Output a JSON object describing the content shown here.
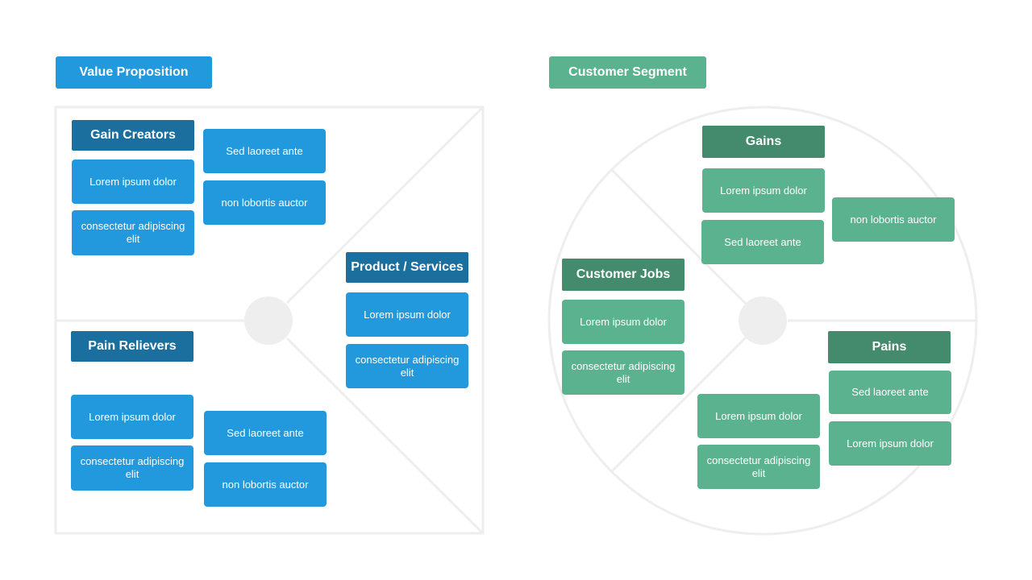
{
  "colors": {
    "vp_accent": "#2199dc",
    "vp_heading": "#1b6f9f",
    "cs_accent": "#5bb28e",
    "cs_heading": "#448a6c",
    "outline": "#eeeeee"
  },
  "value_proposition": {
    "title": "Value Proposition",
    "gain_creators": {
      "heading": "Gain Creators",
      "items": [
        "Lorem ipsum dolor",
        "consectetur adipiscing elit",
        "Sed laoreet ante",
        "non lobortis auctor"
      ]
    },
    "pain_relievers": {
      "heading": "Pain Relievers",
      "items": [
        "Lorem ipsum dolor",
        "consectetur adipiscing elit",
        "Sed laoreet ante",
        "non lobortis auctor"
      ]
    },
    "products_services": {
      "heading": "Product / Services",
      "items": [
        "Lorem ipsum dolor",
        "consectetur adipiscing elit"
      ]
    }
  },
  "customer_segment": {
    "title": "Customer Segment",
    "gains": {
      "heading": "Gains",
      "items": [
        "Lorem ipsum dolor",
        "Sed laoreet ante",
        "non lobortis auctor"
      ]
    },
    "customer_jobs": {
      "heading": "Customer Jobs",
      "items": [
        "Lorem ipsum dolor",
        "consectetur adipiscing elit"
      ]
    },
    "pains": {
      "heading": "Pains",
      "items": [
        "Sed laoreet ante",
        "Lorem ipsum dolor",
        "Lorem ipsum dolor",
        "consectetur adipiscing elit"
      ]
    }
  }
}
